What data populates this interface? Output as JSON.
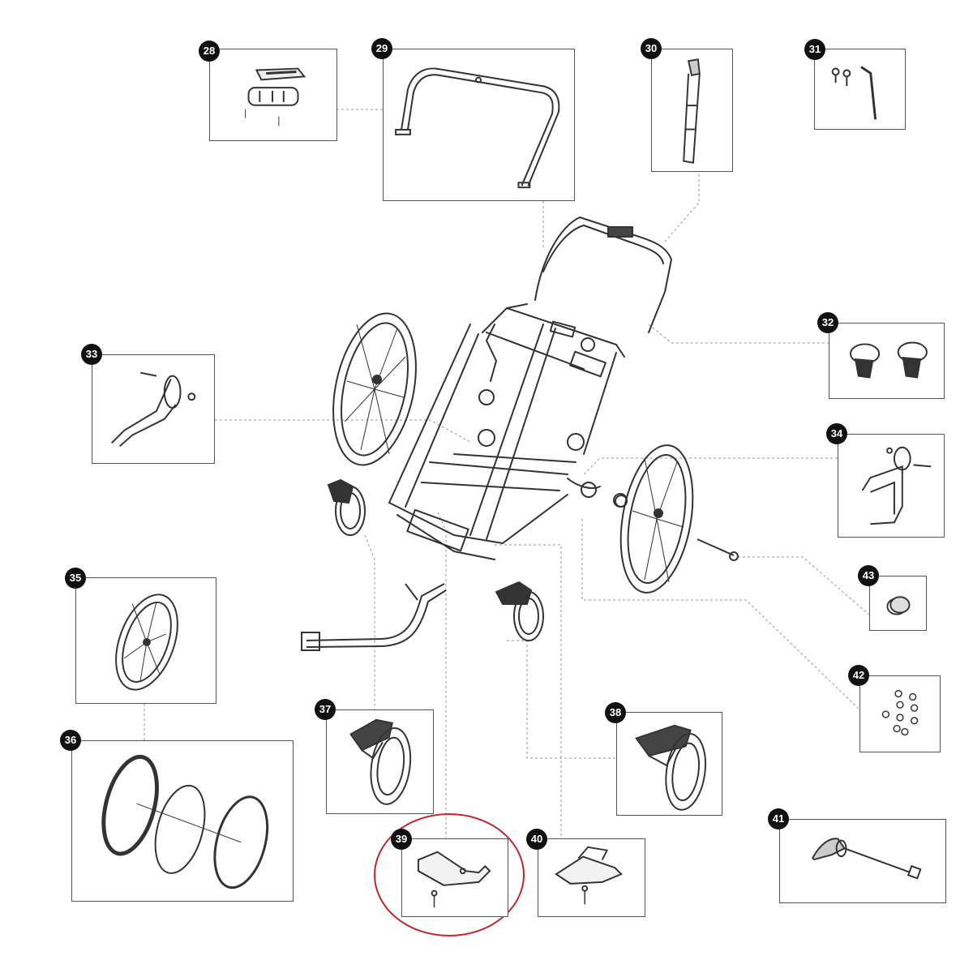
{
  "diagram": {
    "parts": [
      {
        "id": "28",
        "label": "28"
      },
      {
        "id": "29",
        "label": "29"
      },
      {
        "id": "30",
        "label": "30"
      },
      {
        "id": "31",
        "label": "31"
      },
      {
        "id": "32",
        "label": "32"
      },
      {
        "id": "33",
        "label": "33"
      },
      {
        "id": "34",
        "label": "34"
      },
      {
        "id": "35",
        "label": "35"
      },
      {
        "id": "36",
        "label": "36"
      },
      {
        "id": "37",
        "label": "37"
      },
      {
        "id": "38",
        "label": "38"
      },
      {
        "id": "39",
        "label": "39"
      },
      {
        "id": "40",
        "label": "40"
      },
      {
        "id": "41",
        "label": "41"
      },
      {
        "id": "42",
        "label": "42"
      },
      {
        "id": "43",
        "label": "43"
      }
    ],
    "highlighted_part": "39",
    "colors": {
      "line": "#333333",
      "leader": "#888888",
      "badge": "#111111",
      "highlight": "#c0262d"
    }
  }
}
